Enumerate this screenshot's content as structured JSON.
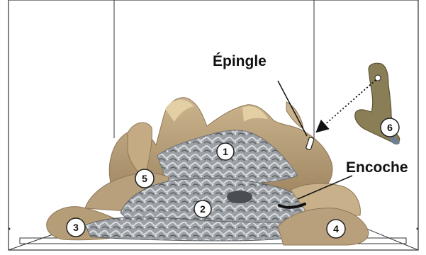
{
  "labels": {
    "pin": "Épingle",
    "notch": "Encoche"
  },
  "badges": [
    "1",
    "2",
    "3",
    "4",
    "5",
    "6"
  ],
  "colors": {
    "frame_line": "#333333",
    "log_tan": "#b79f7e",
    "log_tan_dark": "#8f7758",
    "log_highlight": "#e2cfa4",
    "ember_gray": "#8e9296",
    "ember_light": "#c9cdd1",
    "pin_log": "#8a7e57",
    "pin_log_dark": "#5f5637",
    "notch": "#111111",
    "badge_fill": "#ffffff",
    "badge_stroke": "#222222"
  },
  "icons": [
    "pin-icon",
    "notch-marker",
    "dotted-leader-arrow"
  ]
}
